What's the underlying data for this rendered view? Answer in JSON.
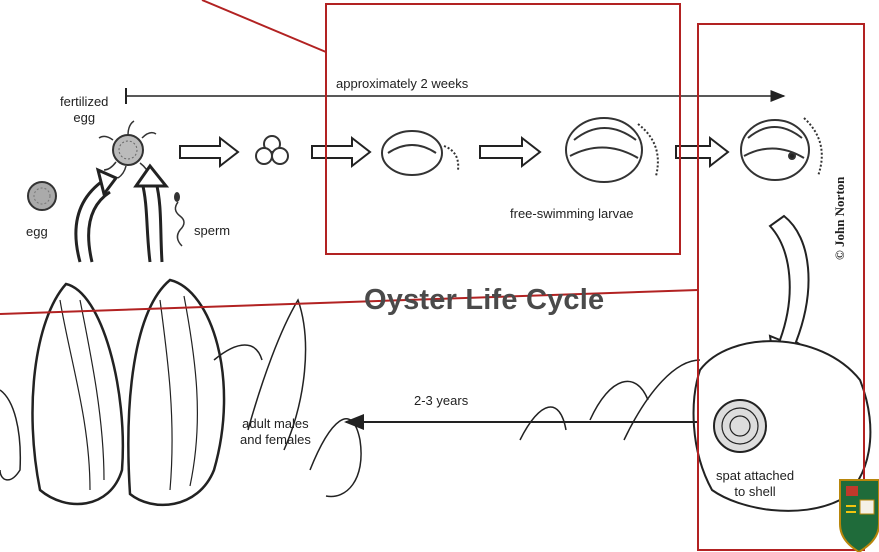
{
  "diagram": {
    "title": "Oyster Life Cycle",
    "credit": "© John Norton",
    "labels": {
      "fertilized_egg": "fertilized\negg",
      "egg": "egg",
      "sperm": "sperm",
      "duration_weeks": "approximately 2 weeks",
      "larvae": "free-swimming larvae",
      "duration_years": "2-3 years",
      "adults": "adult males\nand females",
      "spat": "spat attached\nto shell"
    },
    "highlight_color": "#b22222",
    "logo": "university-crest-logo"
  }
}
